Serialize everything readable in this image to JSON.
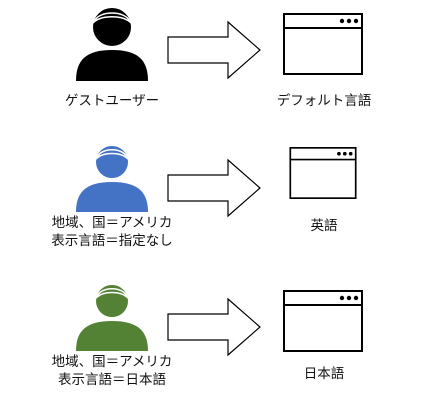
{
  "colors": {
    "guest": "#000000",
    "us_any": "#4472c4",
    "us_japanese": "#548235"
  },
  "icons": {
    "person": "person-icon",
    "arrow": "right-arrow-icon",
    "window": "browser-window-icon"
  },
  "rows": [
    {
      "user_lines": [
        "ゲストユーザー"
      ],
      "result": "デフォルト言語"
    },
    {
      "user_lines": [
        "地域、国＝アメリカ",
        "表示言語＝指定なし"
      ],
      "result": "英語"
    },
    {
      "user_lines": [
        "地域、国＝アメリカ",
        "表示言語＝日本語"
      ],
      "result": "日本語"
    }
  ]
}
